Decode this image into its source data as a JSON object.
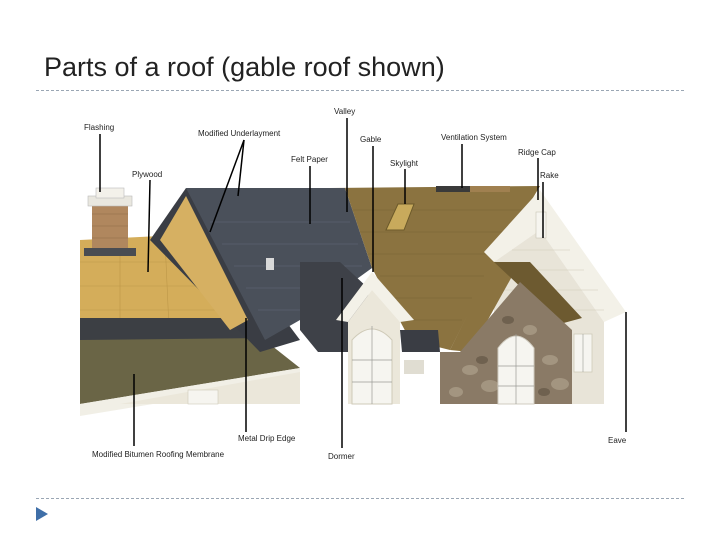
{
  "title": "Parts of a roof (gable roof shown)",
  "labels": {
    "flashing": "Flashing",
    "modified_underlayment": "Modified Underlayment",
    "valley": "Valley",
    "gable": "Gable",
    "ventilation_system": "Ventilation System",
    "ridge_cap": "Ridge Cap",
    "plywood": "Plywood",
    "felt_paper": "Felt Paper",
    "skylight": "Skylight",
    "rake": "Rake",
    "modified_bitumen": "Modified Bitumen Roofing Membrane",
    "metal_drip_edge": "Metal Drip Edge",
    "dormer": "Dormer",
    "eave": "Eave"
  },
  "colors": {
    "shingle": "#8b7340",
    "felt": "#4a505a",
    "plywood": "#d4ad5a",
    "bitumen": "#6a6546",
    "siding": "#e8e4d8",
    "stone": "#8a7a66",
    "bullet": "#3f6fa8"
  }
}
